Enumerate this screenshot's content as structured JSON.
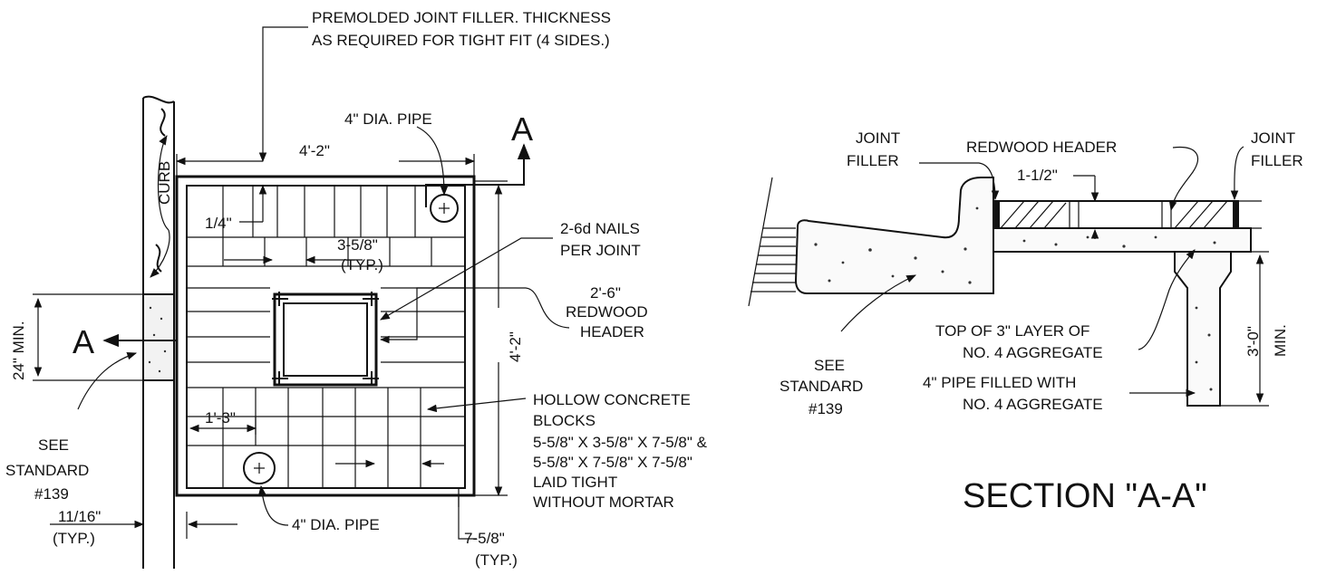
{
  "plan": {
    "joint_filler_line1": "PREMOLDED JOINT FILLER. THICKNESS",
    "joint_filler_line2": "AS REQUIRED FOR TIGHT FIT (4 SIDES.)",
    "pipe_top": "4\" DIA. PIPE",
    "section_mark": "A",
    "dim_width": "4'-2\"",
    "dim_height": "4'-2\"",
    "curb": "CURB",
    "dim_quarter": "1/4\"",
    "dim_block": "3-5/8\"",
    "dim_block_typ": "(TYP.)",
    "nails_line1": "2-6d NAILS",
    "nails_line2": "PER JOINT",
    "header_line1": "2'-6\"",
    "header_line2": "REDWOOD",
    "header_line3": "HEADER",
    "dim_min": "24\" MIN.",
    "see_line1": "SEE",
    "see_line2": "STANDARD",
    "see_line3": "#139",
    "blocks_line1": "HOLLOW CONCRETE",
    "blocks_line2": "BLOCKS",
    "blocks_line3": "5-5/8\" X 3-5/8\" X 7-5/8\" &",
    "blocks_line4": "5-5/8\" X 7-5/8\" X 7-5/8\"",
    "blocks_line5": "LAID TIGHT",
    "blocks_line6": "WITHOUT MORTAR",
    "dim_1ft3": "1'-3\"",
    "dim_11_16": "11/16\"",
    "dim_11_16_typ": "(TYP.)",
    "pipe_bottom": "4\" DIA. PIPE",
    "dim_7_5_8": "7-5/8\"",
    "dim_7_5_8_typ": "(TYP.)"
  },
  "section": {
    "joint_left_1": "JOINT",
    "joint_left_2": "FILLER",
    "redwood": "REDWOOD HEADER",
    "joint_right_1": "JOINT",
    "joint_right_2": "FILLER",
    "dim_1_1_2": "1-1/2\"",
    "top_layer_1": "TOP OF 3\" LAYER OF",
    "top_layer_2": "NO. 4 AGGREGATE",
    "dim_3ft": "3'-0\"",
    "dim_min": "MIN.",
    "see_1": "SEE",
    "see_2": "STANDARD",
    "see_3": "#139",
    "pipe_1": "4\" PIPE FILLED WITH",
    "pipe_2": "NO. 4 AGGREGATE",
    "title": "SECTION \"A-A\""
  }
}
